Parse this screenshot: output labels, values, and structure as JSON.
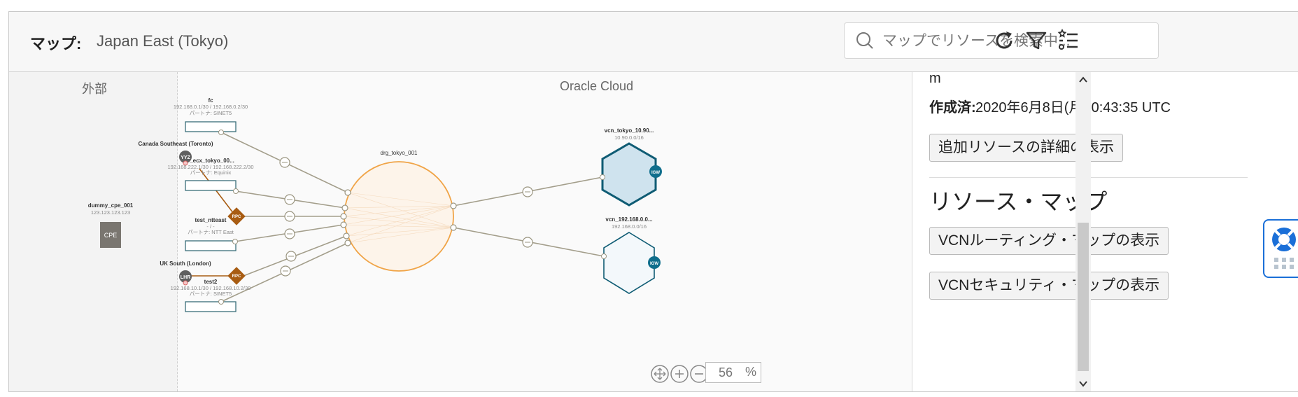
{
  "header": {
    "map_label": "マップ:",
    "region": "Japan East (Tokyo)",
    "search_placeholder": "マップでリソースを検索中..."
  },
  "canvas": {
    "external_title": "外部",
    "oracle_title": "Oracle Cloud",
    "zoom_value": "56",
    "zoom_unit": "%",
    "cpe": {
      "name": "dummy_cpe_001",
      "ip": "123.123.123.123",
      "badge": "CPE"
    },
    "fc": {
      "name": "fc",
      "ips": "192.168.0.1/30 / 192.168.0.2/30",
      "partner": "パートナ: SINET5"
    },
    "region_toronto": "Canada Southeast (Toronto)",
    "toronto_badge": "YYZ",
    "ecx": {
      "name": "_ecx_tokyo_00...",
      "ips": "192.168.222.1/30 / 192.168.222.2/30",
      "partner": "パートナ: Equinix"
    },
    "ntt": {
      "name": "test_ntteast",
      "ips": "- / -",
      "partner": "パートナ: NTT East"
    },
    "region_london": "UK South (London)",
    "london_badge": "LHR",
    "test2": {
      "name": "test2",
      "ips": "192.168.10.1/30 / 192.168.10.2/30",
      "partner": "パートナ: SINET5"
    },
    "rpc_label": "RPC",
    "drg_name": "drg_tokyo_001",
    "vcn1": {
      "name": "vcn_tokyo_10.90...",
      "cidr": "10.90.0.0/16"
    },
    "vcn2": {
      "name": "vcn_192.168.0.0...",
      "cidr": "192.168.0.0/16"
    },
    "igw_label": "IGW"
  },
  "side": {
    "cut_text": "m",
    "created_label": "作成済:",
    "created_value": "2020年6月8日(月) 0:43:35 UTC",
    "details_button": "追加リソースの詳細の表示",
    "section_title": "リソース・マップ",
    "vcn_routing_button": "VCNルーティング・マップの表示",
    "vcn_security_button": "VCNセキュリティ・マップの表示"
  },
  "colors": {
    "drg_orange": "#f0a447",
    "vcn_teal": "#0f5c74",
    "rpc_brown": "#a85c12",
    "line": "#a39e8b"
  }
}
